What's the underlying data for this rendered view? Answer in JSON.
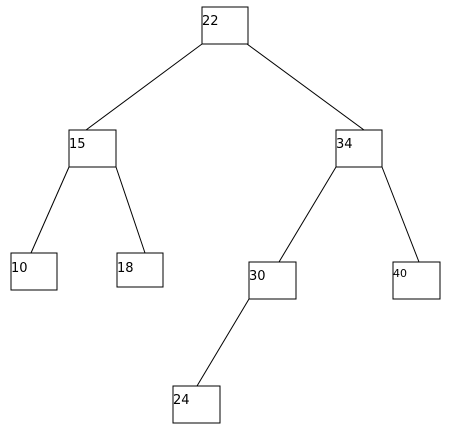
{
  "diagram": {
    "type": "binary-search-tree",
    "nodes": [
      {
        "id": "n22",
        "label": "22"
      },
      {
        "id": "n15",
        "label": "15"
      },
      {
        "id": "n34",
        "label": "34"
      },
      {
        "id": "n10",
        "label": "10"
      },
      {
        "id": "n18",
        "label": "18"
      },
      {
        "id": "n30",
        "label": "30"
      },
      {
        "id": "n40",
        "label": "40"
      },
      {
        "id": "n24",
        "label": "24"
      }
    ],
    "edges": [
      {
        "from": "n22",
        "to": "n15"
      },
      {
        "from": "n22",
        "to": "n34"
      },
      {
        "from": "n15",
        "to": "n10"
      },
      {
        "from": "n15",
        "to": "n18"
      },
      {
        "from": "n34",
        "to": "n30"
      },
      {
        "from": "n34",
        "to": "n40"
      },
      {
        "from": "n30",
        "to": "n24"
      }
    ]
  }
}
